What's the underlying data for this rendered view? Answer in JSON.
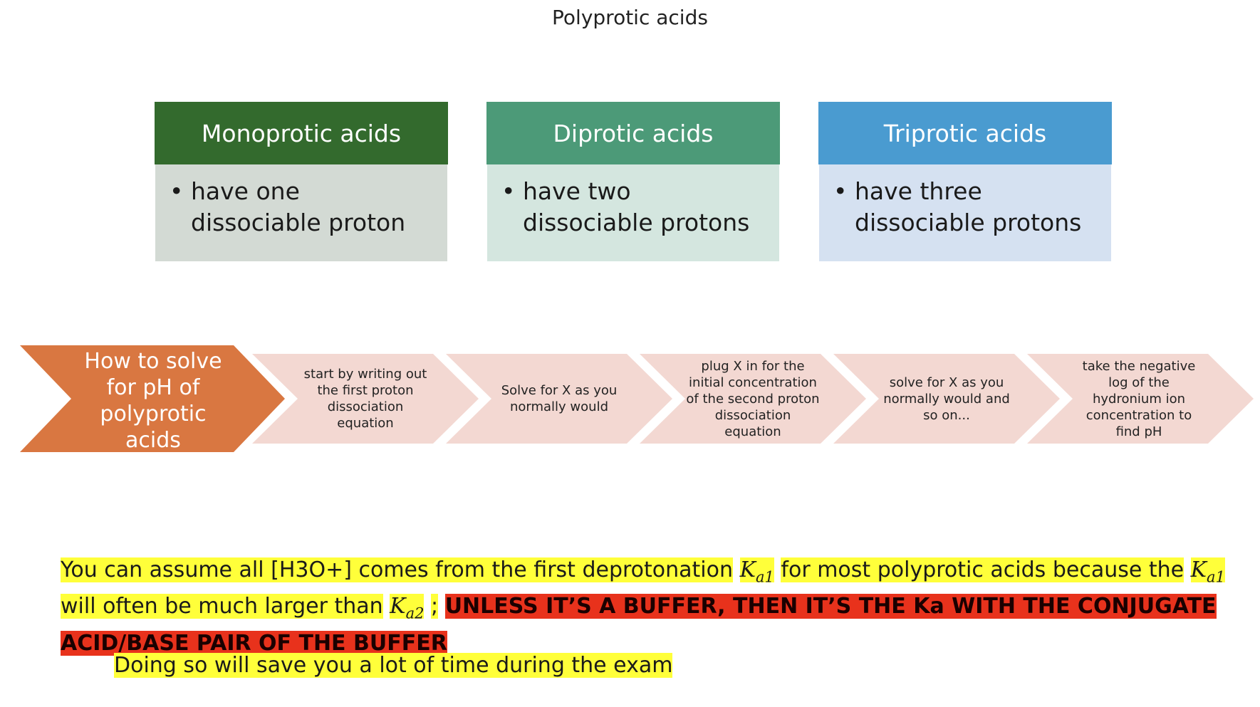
{
  "page_title": "Polyprotic acids",
  "cards": [
    {
      "title": "Monoprotic acids",
      "line1": "have one",
      "line2": "dissociable proton",
      "head_color": "#336a2d",
      "body_color": "#d3dad4"
    },
    {
      "title": "Diprotic acids",
      "line1": "have two",
      "line2": "dissociable protons",
      "head_color": "#4c9a78",
      "body_color": "#d4e6df"
    },
    {
      "title": "Triprotic acids",
      "line1": "have three",
      "line2": "dissociable protons",
      "head_color": "#4a9bd0",
      "body_color": "#d5e1f1"
    }
  ],
  "bullet": "•",
  "process": {
    "main_label": "How to solve for pH of polyprotic acids",
    "main_color": "#d97741",
    "step_color": "#f3d8d2",
    "steps": [
      "start by writing out the first proton dissociation equation",
      "Solve for X as you normally would",
      "plug X in for the initial concentration of the second proton dissociation equation",
      "solve for X as you normally would and so on...",
      "take the negative log of the hydronium ion concentration to find pH"
    ]
  },
  "note": {
    "part1": "You can assume all [H3O+] comes from the first deprotonation",
    "ka1_symbol": "K",
    "ka1_sub": "a1",
    "part2": "for most polyprotic acids because the",
    "part3": "will often be much larger than",
    "ka2_sub": "a2",
    "part4": ";",
    "warning": "UNLESS IT’S A BUFFER, THEN IT’S THE Ka WITH THE CONJUGATE ACID/BASE PAIR OF THE BUFFER",
    "highlight_yellow": "#ffff3a",
    "highlight_red": "#e8321c"
  },
  "note2": "Doing so will save you a lot of time during the exam"
}
